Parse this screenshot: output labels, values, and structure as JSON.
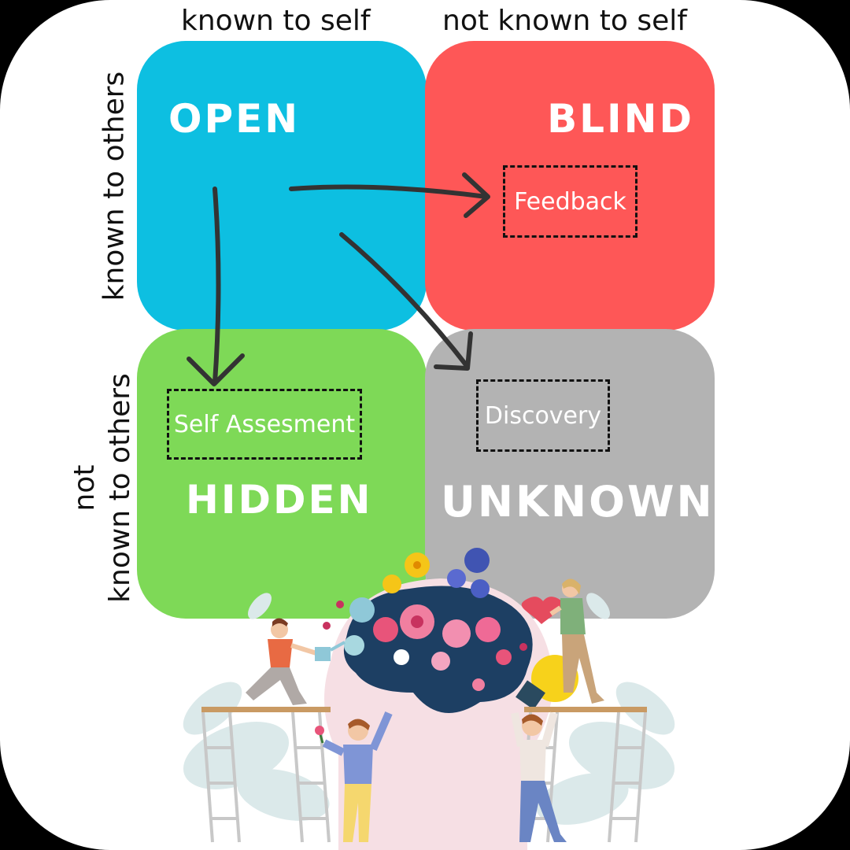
{
  "axes": {
    "top_left": "known to self",
    "top_right": "not known to self",
    "left_top": "known to others",
    "left_bottom_line1": "not",
    "left_bottom_line2": "known to others"
  },
  "quadrants": {
    "open": {
      "title": "OPEN",
      "color": "#0dbfe1"
    },
    "blind": {
      "title": "BLIND",
      "color": "#fe5757"
    },
    "hidden": {
      "title": "HIDDEN",
      "color": "#7ed957"
    },
    "unknown": {
      "title": "UNKNOWN",
      "color": "#b3b3b3"
    }
  },
  "boxes": {
    "feedback": "Feedback",
    "self_assessment": "Self Assesment",
    "discovery": "Discovery"
  }
}
